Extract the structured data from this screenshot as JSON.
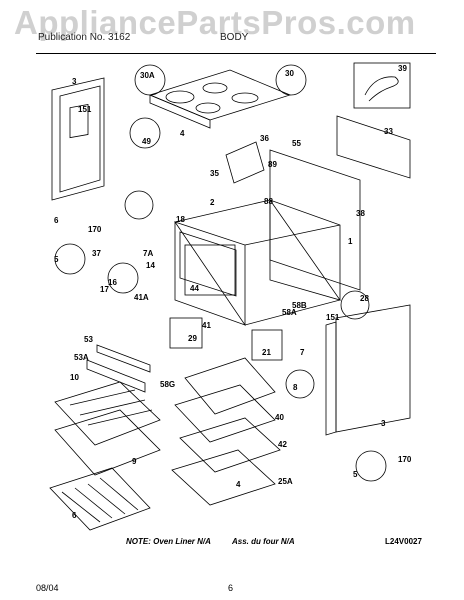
{
  "watermark": "AppliancePartsPros.com",
  "header": {
    "left_text": "Publication No. 3162",
    "title": "BODY"
  },
  "labels": [
    "3",
    "151",
    "30A",
    "4",
    "49",
    "30",
    "39",
    "33",
    "36",
    "89",
    "35",
    "88",
    "55",
    "6",
    "170",
    "5",
    "18",
    "2",
    "1",
    "37",
    "7A",
    "16",
    "14",
    "17",
    "41A",
    "44",
    "58B",
    "38",
    "53",
    "53A",
    "29",
    "41",
    "21",
    "58A",
    "7",
    "28",
    "151",
    "58G",
    "10",
    "8",
    "40",
    "9",
    "42",
    "25A",
    "3",
    "5",
    "170",
    "6",
    "4"
  ],
  "note": {
    "left": "NOTE: Oven Liner N/A",
    "right": "Ass. du four N/A"
  },
  "code": "L24V0027",
  "footer": {
    "date": "08/04",
    "page": "6"
  }
}
